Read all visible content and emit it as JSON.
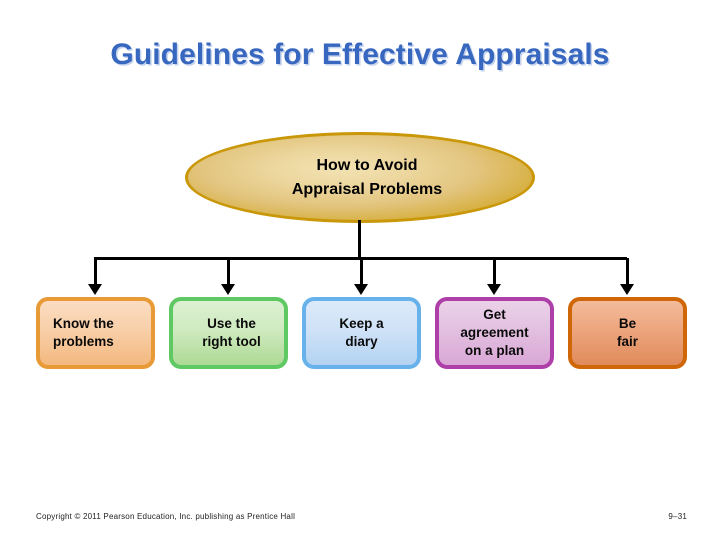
{
  "slide": {
    "title": "Guidelines for Effective Appraisals",
    "title_color": "#3767bf",
    "background_color": "#ffffff"
  },
  "diagram": {
    "root": {
      "lines": [
        "How to Avoid",
        "Appraisal Problems"
      ],
      "shape": "ellipse",
      "fill_color": "#e8d293",
      "border_color": "#c99708"
    },
    "nodes": [
      {
        "lines": [
          "Know the",
          "problems"
        ],
        "fill_color": "#f8cfa9",
        "border_color": "#e79a35",
        "align": "left"
      },
      {
        "lines": [
          "Use the",
          "right tool"
        ],
        "fill_color": "#cfeac0",
        "border_color": "#5ec963",
        "align": "shift"
      },
      {
        "lines": [
          "Keep a",
          "diary"
        ],
        "fill_color": "#cfe2f7",
        "border_color": "#67b2ea",
        "align": "center"
      },
      {
        "lines": [
          "Get",
          "agreement",
          "on a plan"
        ],
        "fill_color": "#e2c0e0",
        "border_color": "#ae3fa8",
        "align": "center"
      },
      {
        "lines": [
          "Be",
          "fair"
        ],
        "fill_color": "#eda67e",
        "border_color": "#cf6608",
        "align": "center"
      }
    ]
  },
  "footer": {
    "copyright": "Copyright © 2011 Pearson Education, Inc. publishing as Prentice Hall",
    "page_number": "9–31"
  }
}
